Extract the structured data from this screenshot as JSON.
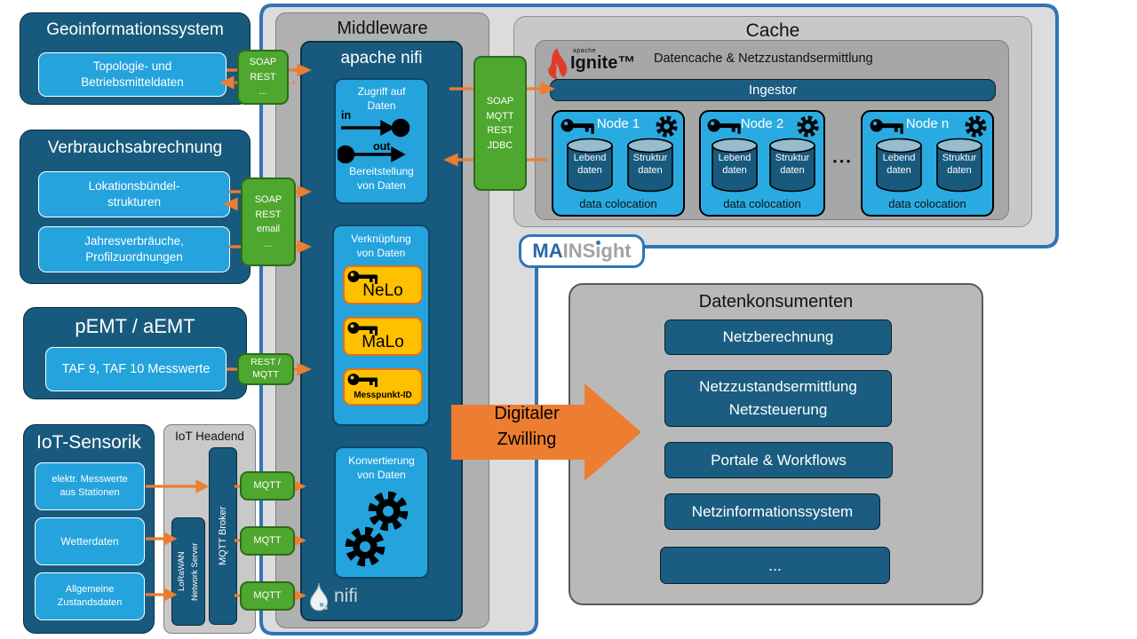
{
  "colors": {
    "container_border": "#2e75b6",
    "dark_blue": "#185a7d",
    "cyan": "#29abe2",
    "green": "#4ea72e",
    "orange": "#ed7d31",
    "yellow": "#ffc000"
  },
  "left_sources": {
    "geo": {
      "title": "Geoinformationssystem",
      "item": "Topologie- und\nBetriebsmitteldaten",
      "protocol": "SOAP\nREST\n..."
    },
    "billing": {
      "title": "Verbrauchsabrechnung",
      "item1": "Lokationsbündel-\nstrukturen",
      "item2": "Jahresverbräuche,\nProfilzuordnungen",
      "protocol": "SOAP\nREST\nemail\n..."
    },
    "emt": {
      "title": "pEMT / aEMT",
      "item": "TAF 9, TAF 10 Messwerte",
      "protocol": "REST /\nMQTT"
    },
    "iot": {
      "title": "IoT-Sensorik",
      "item1": "elektr. Messwerte\naus Stationen",
      "item2": "Wetterdaten",
      "item3": "Allgemeine\nZustandsdaten"
    }
  },
  "iot_headend": {
    "title": "IoT Headend",
    "lorawan": "LoRaWAN\nNetwork Server",
    "broker": "MQTT Broker",
    "mqtt1": "MQTT",
    "mqtt2": "MQTT",
    "mqtt3": "MQTT"
  },
  "middleware": {
    "title": "Middleware",
    "app": "apache nifi",
    "access_title": "Zugriff auf\nDaten",
    "in_label": "in",
    "out_label": "out",
    "provide": "Bereitstellung\nvon Daten",
    "link_title": "Verknüpfung\nvon Daten",
    "keys": [
      "NeLo",
      "MaLo",
      "Messpunkt-ID"
    ],
    "conv_title": "Konvertierung\nvon Daten",
    "logo": "nifi",
    "protocol": "SOAP\nMQTT\nREST\nJDBC"
  },
  "cache": {
    "title": "Cache",
    "apache": "apache",
    "ignite": "Ignite™",
    "subtitle": "Datencache & Netzzustandsermittlung",
    "ingestor": "Ingestor",
    "nodes": [
      {
        "name": "Node 1",
        "db1": "Lebend\ndaten",
        "db2": "Struktur\ndaten",
        "footer": "data colocation"
      },
      {
        "name": "Node 2",
        "db1": "Lebend\ndaten",
        "db2": "Struktur\ndaten",
        "footer": "data colocation"
      },
      {
        "name": "Node n",
        "db1": "Lebend\ndaten",
        "db2": "Struktur\ndaten",
        "footer": "data colocation"
      }
    ],
    "dots": "•••"
  },
  "brand": {
    "part1": "MA",
    "part2": "INS",
    "dotless_i": "ı",
    "part3": "ght"
  },
  "consumers": {
    "title": "Datenkonsumenten",
    "items": [
      "Netzberechnung",
      "Netzzustandsermittlung\nNetzsteuerung",
      "Portale & Workflows",
      "Netzinformationssystem",
      "..."
    ]
  },
  "flow": {
    "label": "Digitaler\nZwilling"
  }
}
